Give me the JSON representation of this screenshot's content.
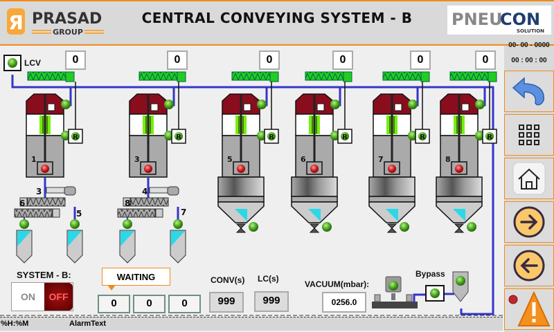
{
  "header": {
    "title": "CENTRAL CONVEYING SYSTEM - B",
    "left_logo": {
      "name": "PRASAD",
      "sub": "GROUP",
      "mark": "Я"
    },
    "right_logo": {
      "name_a": "PNEU",
      "name_b": "CON",
      "sub": "SOLUTION"
    }
  },
  "clock": {
    "date": "00- 00 - 0000",
    "time": "00 : 00 : 00"
  },
  "nav": [
    {
      "name": "back-button",
      "icon": "undo-arrow-icon"
    },
    {
      "name": "menu-button",
      "icon": "grid-icon"
    },
    {
      "name": "home-button",
      "icon": "home-icon"
    },
    {
      "name": "next-button",
      "icon": "arrow-right-circle-icon"
    },
    {
      "name": "prev-button",
      "icon": "arrow-left-circle-icon"
    },
    {
      "name": "alarm-button",
      "icon": "warning-icon"
    }
  ],
  "lcv": {
    "label": "LCV"
  },
  "receivers": [
    {
      "id": "1",
      "counter": "0",
      "type": "small"
    },
    {
      "id": "3",
      "counter": "0",
      "type": "small"
    },
    {
      "id": "5",
      "counter": "0",
      "type": "hopper"
    },
    {
      "id": "6",
      "counter": "0",
      "type": "hopper"
    },
    {
      "id": "7",
      "counter": "0",
      "type": "hopper"
    },
    {
      "id": "8",
      "counter": "0",
      "type": "hopper"
    }
  ],
  "screw_groups": [
    {
      "motor": "3",
      "top_screw": "6",
      "bottom_screw": "5"
    },
    {
      "motor": "4",
      "top_screw": "8",
      "bottom_screw": "7"
    }
  ],
  "system": {
    "label": "SYSTEM - B:",
    "on_label": "ON",
    "off_label": "OFF",
    "state": "OFF"
  },
  "status": {
    "callout": "WAITING",
    "counters": [
      "0",
      "0",
      "0"
    ]
  },
  "timers": {
    "conv_label": "CONV(s)",
    "conv_value": "999",
    "lc_label": "LC(s)",
    "lc_value": "999"
  },
  "vacuum": {
    "label": "VACUUM(mbar):",
    "value": "0256.0"
  },
  "bypass": {
    "label": "Bypass"
  },
  "statusbar": {
    "time_format": "%H:%M",
    "alarm_text": "AlarmText"
  },
  "colors": {
    "accent": "#f08a1c",
    "pipe": "#3535c8",
    "conveyor": "#22cc22",
    "receiver_top": "#8a0d1e"
  }
}
